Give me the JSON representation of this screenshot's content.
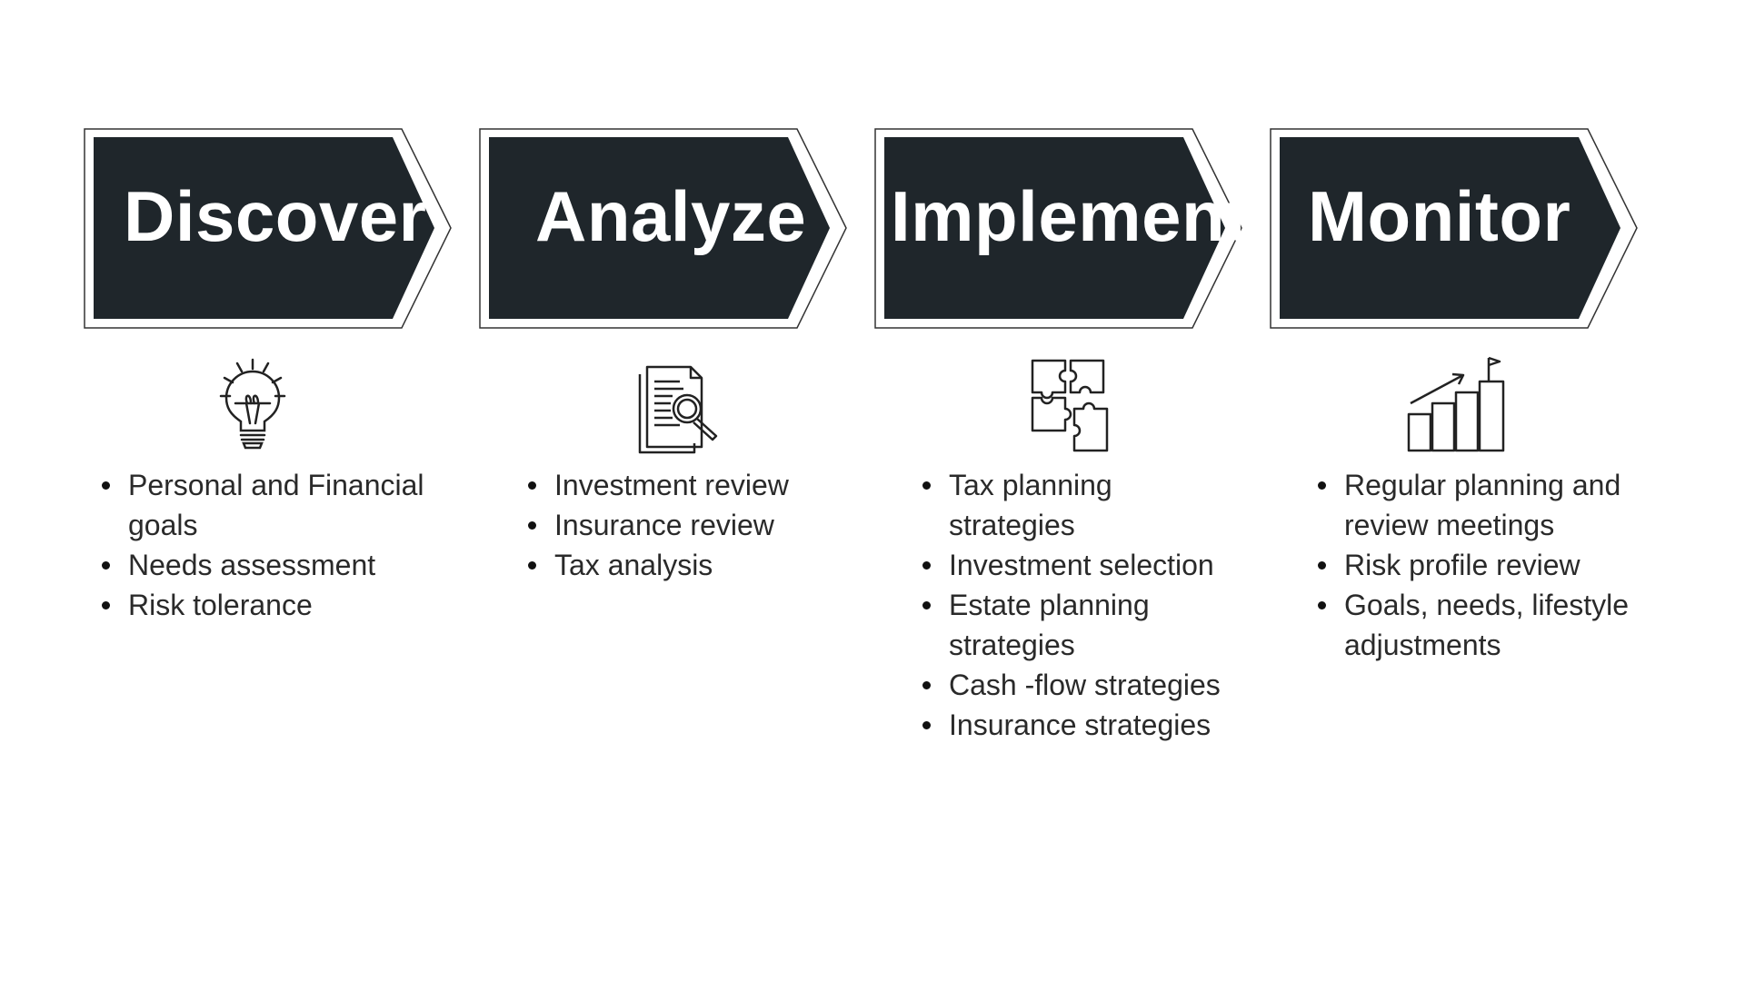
{
  "colors": {
    "arrow_fill": "#1f262b",
    "arrow_text": "#ffffff",
    "text": "#2a2a2a"
  },
  "steps": [
    {
      "title": "Discover",
      "icon": "lightbulb-icon",
      "items": [
        "Personal and Financial goals",
        "Needs assessment",
        "Risk tolerance"
      ]
    },
    {
      "title": "Analyze",
      "icon": "document-search-icon",
      "items": [
        "Investment review",
        "Insurance review",
        "Tax analysis"
      ]
    },
    {
      "title": "Implement",
      "icon": "puzzle-icon",
      "items": [
        "Tax planning strategies",
        "Investment selection",
        "Estate planning strategies",
        "Cash -flow strategies",
        "Insurance strategies"
      ]
    },
    {
      "title": "Monitor",
      "icon": "growth-chart-flag-icon",
      "items": [
        "Regular planning and review meetings",
        "Risk profile review",
        "Goals, needs, lifestyle adjustments"
      ]
    }
  ]
}
